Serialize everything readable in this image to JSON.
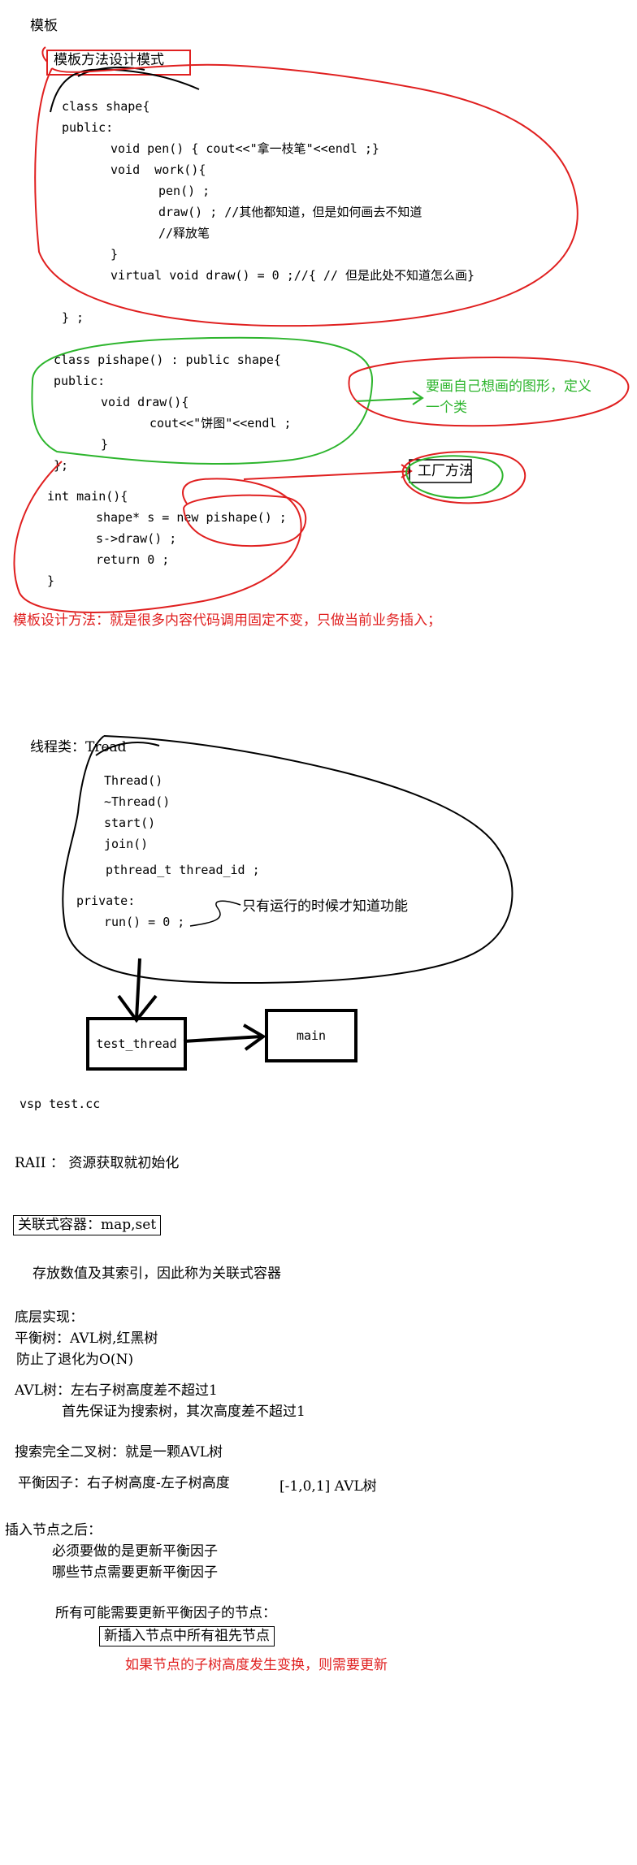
{
  "template_section": {
    "heading": "模板",
    "subheading": "模板方法设计模式",
    "code_shape": [
      "class shape{",
      "public:",
      "void pen() { cout<<\"拿一枝笔\"<<endl ;}",
      "void  work(){",
      "pen() ;",
      "draw() ; //其他都知道，但是如何画去不知道",
      "//释放笔",
      "}",
      "virtual void draw() = 0 ;//{ // 但是此处不知道怎么画}",
      "} ;"
    ],
    "code_pishape": [
      "class pishape() : public shape{",
      "public:",
      "void draw(){",
      "cout<<\"饼图\"<<endl ;",
      "}",
      "};"
    ],
    "code_main": [
      "int main(){",
      "shape* s = new pishape() ;",
      "s->draw() ;",
      "return 0 ;",
      "}"
    ],
    "annotation_draw": "要画自己想画的图形，定义一个类",
    "annotation_draw_line1": "要画自己想画的图形，定义",
    "annotation_draw_line2": "一个类",
    "annotation_factory": "工厂方法",
    "summary": "模板设计方法：就是很多内容代码调用固定不变，只做当前业务插入；"
  },
  "thread_section": {
    "heading": "线程类：Tread",
    "members": [
      "Thread()",
      "~Thread()",
      "start()",
      "join()",
      "pthread_t thread_id ;"
    ],
    "private_label": "private:",
    "run": "run() = 0 ;",
    "run_note": "只有运行的时候才知道功能",
    "box_test_thread": "test_thread",
    "box_main": "main"
  },
  "notes": {
    "vsp": "vsp test.cc",
    "raii": "RAII ： 资源获取就初始化",
    "assoc_container": "关联式容器：map,set",
    "assoc_desc": "存放数值及其索引，因此称为关联式容器",
    "impl_heading": "底层实现：",
    "balanced_tree": "平衡树：AVL树,红黑树",
    "prevent": "防止了退化为O(N)",
    "avl_def": "AVL树：左右子树高度差不超过1",
    "avl_def2": "首先保证为搜索树，其次高度差不超过1",
    "search_tree": "搜索完全二叉树：就是一颗AVL树",
    "balance_factor": "平衡因子：右子树高度-左子树高度",
    "balance_range": "[-1,0,1] AVL树",
    "after_insert": "插入节点之后：",
    "must_update": "必须要做的是更新平衡因子",
    "which_nodes": "哪些节点需要更新平衡因子",
    "all_nodes": "所有可能需要更新平衡因子的节点：",
    "ancestors": "新插入节点中所有祖先节点",
    "condition": "如果节点的子树高度发生变换，则需要更新"
  },
  "colors": {
    "red_ink": "#e02020",
    "green_ink": "#2db52d",
    "black_ink": "#000000"
  }
}
